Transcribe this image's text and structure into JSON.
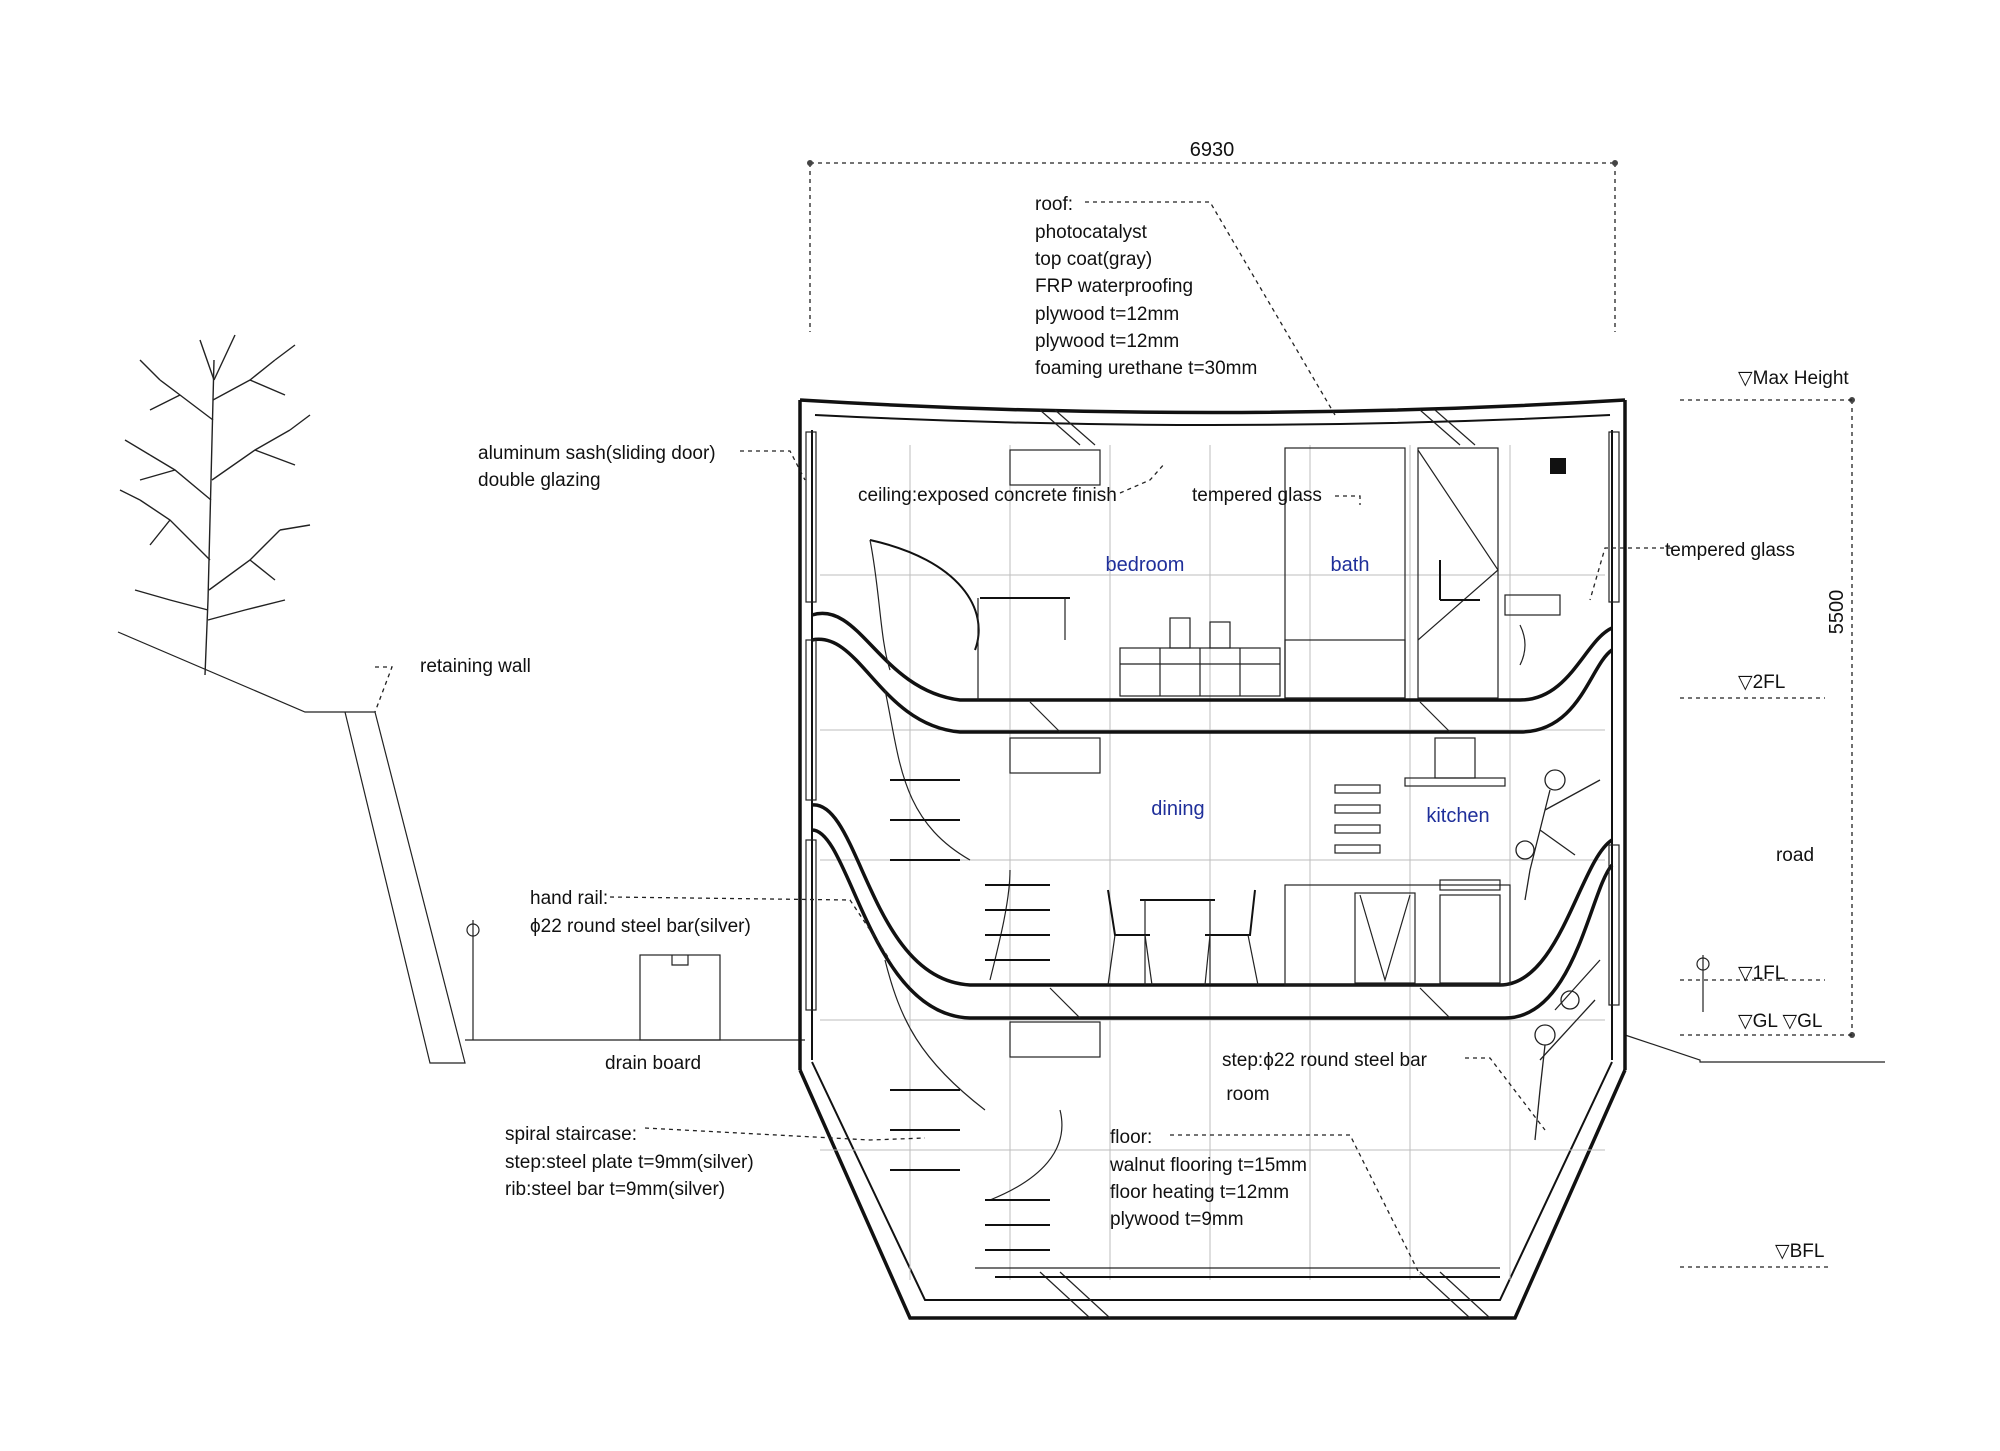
{
  "dimensions": {
    "width_label": "6930",
    "height_label": "5500"
  },
  "levels": {
    "max_height": "▽Max Height",
    "second_floor": "▽2FL",
    "first_floor": "▽1FL",
    "ground": "▽GL ▽GL",
    "basement": "▽BFL"
  },
  "rooms": {
    "bedroom": "bedroom",
    "bath": "bath",
    "dining": "dining",
    "kitchen": "kitchen",
    "room": "room",
    "road": "road"
  },
  "notes": {
    "roof": [
      "roof:",
      "photocatalyst",
      "top coat(gray)",
      "FRP waterproofing",
      "plywood t=12mm",
      "plywood t=12mm",
      "foaming urethane t=30mm"
    ],
    "sash": [
      "aluminum sash(sliding door)",
      "double glazing"
    ],
    "ceiling": "ceiling:exposed concrete finish",
    "tempered_glass_top": "tempered glass",
    "tempered_glass_right": "tempered glass",
    "retaining_wall": "retaining wall",
    "hand_rail": [
      "hand rail:",
      "ϕ22 round steel bar(silver)"
    ],
    "drain_board": "drain board",
    "step": "step:ϕ22 round steel bar",
    "spiral_staircase": [
      "spiral staircase:",
      "step:steel plate t=9mm(silver)",
      "rib:steel bar t=9mm(silver)"
    ],
    "floor": [
      "floor:",
      "walnut flooring t=15mm",
      "floor heating t=12mm",
      "plywood t=9mm"
    ]
  },
  "colors": {
    "line": "#111111",
    "room_label": "#1f2f9a",
    "grid": "#bdbdbd"
  }
}
